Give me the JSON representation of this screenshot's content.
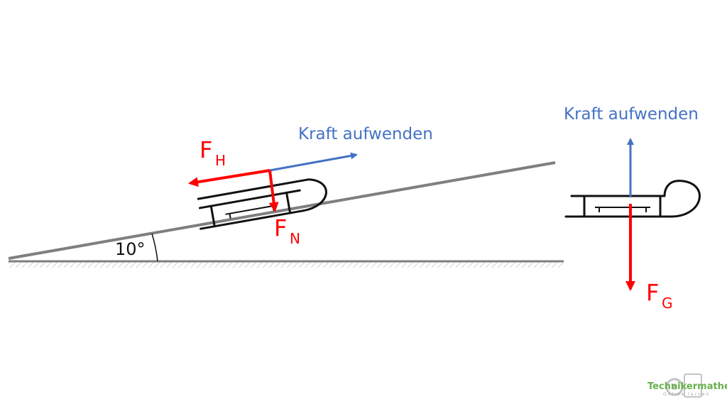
{
  "labels": {
    "force_applied_incline": "Kraft aufwenden",
    "force_applied_flat": "Kraft aufwenden",
    "downhill_force": {
      "main": "F",
      "sub": "H"
    },
    "normal_force": {
      "main": "F",
      "sub": "N"
    },
    "weight_force": {
      "main": "F",
      "sub": "G"
    },
    "angle": "10°"
  },
  "watermark": {
    "title": "Technikermathe.de",
    "subtitle": "Online lernen"
  },
  "colors": {
    "applied_force": "#4472c4",
    "resulting_forces": "#ff0000",
    "incline": "#7f7f7f",
    "sled": "#111111"
  }
}
